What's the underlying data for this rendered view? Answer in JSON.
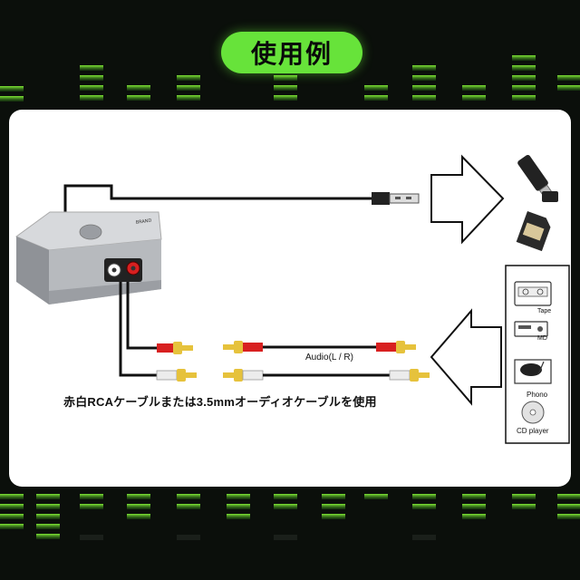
{
  "title": "使用例",
  "audio_label": "Audio(L / R)",
  "caption": "赤白RCAケーブルまたは3.5mmオーディオケーブルを使用",
  "devices": {
    "tape": "Tape",
    "md": "MD",
    "phono": "Phono",
    "cd": "CD player"
  },
  "colors": {
    "accent_green": "#67e33a",
    "rca_red": "#d82020",
    "rca_white": "#e8e8e8",
    "gold": "#e6c23c"
  }
}
